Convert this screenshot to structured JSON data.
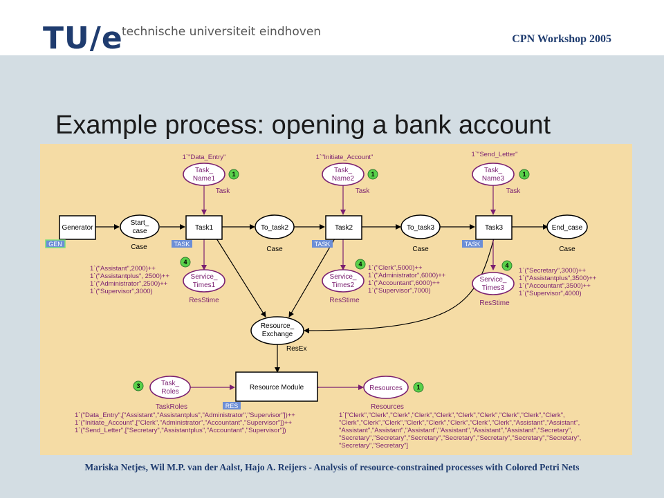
{
  "header": {
    "logo": "TU/e",
    "university": "technische universiteit eindhoven",
    "workshop": "CPN Workshop 2005"
  },
  "slide_title": "Example process: opening a bank account",
  "diagram": {
    "transitions": {
      "generator": "Generator",
      "task1": "Task1",
      "task2": "Task2",
      "task3": "Task3",
      "resource_module": "Resource Module"
    },
    "places": {
      "start_case": [
        "Start_",
        "case"
      ],
      "to_task2": "To_task2",
      "to_task3": "To_task3",
      "end_case": "End_case",
      "task_name1": [
        "Task_",
        "Name1"
      ],
      "task_name2": [
        "Task_",
        "Name2"
      ],
      "task_name3": [
        "Task_",
        "Name3"
      ],
      "service_times1": [
        "Service_",
        "Times1"
      ],
      "service_times2": [
        "Service_",
        "Times2"
      ],
      "service_times3": [
        "Service_",
        "Times3"
      ],
      "resource_exchange": [
        "Resource_",
        "Exchange"
      ],
      "task_roles": [
        "Task_",
        "Roles"
      ],
      "resources": "Resources"
    },
    "types": {
      "case": "Case",
      "task": "Task",
      "restime": "ResStime",
      "resex": "ResEx",
      "taskroles": "TaskRoles",
      "resources": "Resources"
    },
    "tags": {
      "gen": "GEN",
      "task": "TASK",
      "res": "RES"
    },
    "initial_markings": {
      "task_name1": "1`\"Data_Entry\"",
      "task_name2": "1`\"Initiate_Account\"",
      "task_name3": "1`\"Send_Letter\"",
      "service_times1": [
        "1`(\"Assistant\",2000)++",
        "1`(\"Assistantplus\", 2500)++",
        "1`(\"Administrator\",2500)++",
        "1`(\"Supervisor\",3000)"
      ],
      "service_times2": [
        "1`(\"Clerk\",5000)++",
        "1`(\"Administrator\",6000)++",
        "1`(\"Accountant\",6000)++",
        "1`(\"Supervisor\",7000)"
      ],
      "service_times3": [
        "1`(\"Secretary\",3000)++",
        "1`(\"Assistantplus\",3500)++",
        "1`(\"Accountant\",3500)++",
        "1`(\"Supervisor\",4000)"
      ],
      "task_roles": [
        "1`(\"Data_Entry\",[\"Assistant\",\"Assistantplus\",\"Administrator\",\"Supervisor\"])++",
        "1`(\"Initiate_Account\",[\"Clerk\",\"Administrator\",\"Accountant\",\"Supervisor\"])++",
        "1`(\"Send_Letter\",[\"Secretary\",\"Assistantplus\",\"Accountant\",\"Supervisor\"])"
      ],
      "resources": [
        "1`[\"Clerk\",\"Clerk\",\"Clerk\",\"Clerk\",\"Clerk\",\"Clerk\",\"Clerk\",\"Clerk\",\"Clerk\",\"Clerk\",",
        "\"Clerk\",\"Clerk\",\"Clerk\",\"Clerk\",\"Clerk\",\"Clerk\",\"Clerk\",\"Clerk\",\"Assistant\",\"Assistant\",",
        "\"Assistant\",\"Assistant\",\"Assistant\",\"Assistant\",\"Assistant\",\"Assistant\",\"Secretary\",",
        "\"Secretary\",\"Secretary\",\"Secretary\",\"Secretary\",\"Secretary\",\"Secretary\",\"Secretary\",",
        "\"Secretary\",\"Secretary\"]"
      ]
    },
    "token_counts": {
      "task_name1": "1",
      "task_name2": "1",
      "task_name3": "1",
      "service_times1": "4",
      "service_times2": "4",
      "service_times3": "4",
      "task_roles": "3",
      "resources": "1"
    },
    "colors": {
      "background": "#f5dca5",
      "place_border": "#7a1f70",
      "arc_purple": "#7a1f70",
      "token_green": "#59d14a",
      "tag_blue": "#6c8ed6"
    }
  },
  "footer": "Mariska Netjes, Wil M.P. van der Aalst, Hajo A. Reijers - Analysis of resource-constrained processes with Colored Petri Nets"
}
